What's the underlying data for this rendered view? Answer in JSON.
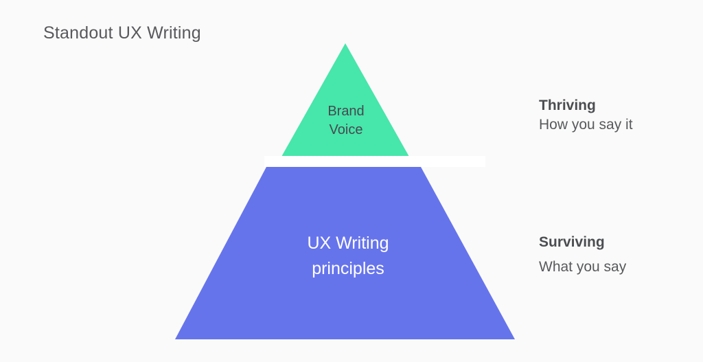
{
  "title": "Standout UX Writing",
  "colors": {
    "tier_top_fill": "#47e6ab",
    "tier_bottom_fill": "#6674ec",
    "divider_band": "#ffffff",
    "background": "#fafafa",
    "dark_text": "#4b4d50",
    "light_text": "#ffffff"
  },
  "pyramid": {
    "top_tier": {
      "label_line1": "Brand",
      "label_line2": "Voice"
    },
    "bottom_tier": {
      "label_line1": "UX Writing",
      "label_line2": "principles"
    }
  },
  "annotations": {
    "top": {
      "heading": "Thriving",
      "subtext": "How you say it"
    },
    "bottom": {
      "heading": "Surviving",
      "subtext": "What you say"
    }
  }
}
